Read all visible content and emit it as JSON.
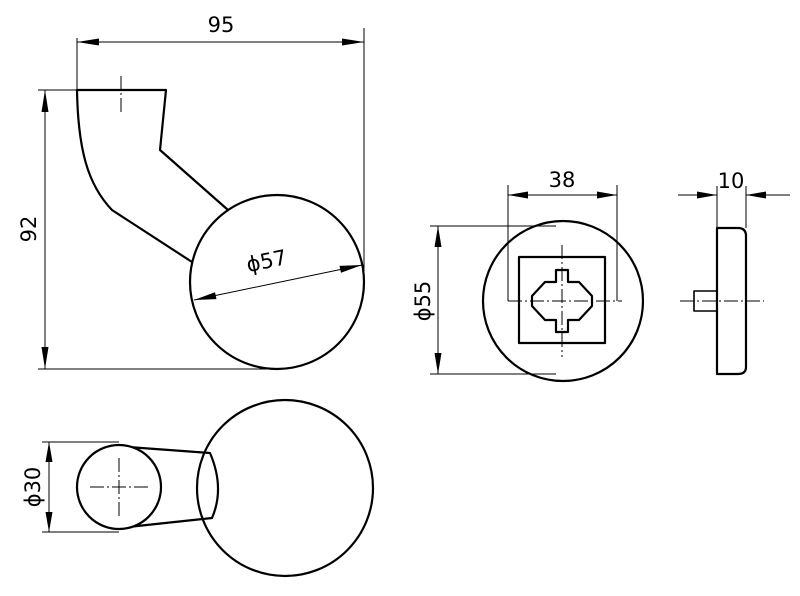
{
  "dimensions": {
    "width_total": "95",
    "height_total": "92",
    "knob_diameter": "ϕ57",
    "rose_diameter": "ϕ55",
    "spindle_width": "38",
    "rose_thickness": "10",
    "grip_diameter": "ϕ30"
  }
}
